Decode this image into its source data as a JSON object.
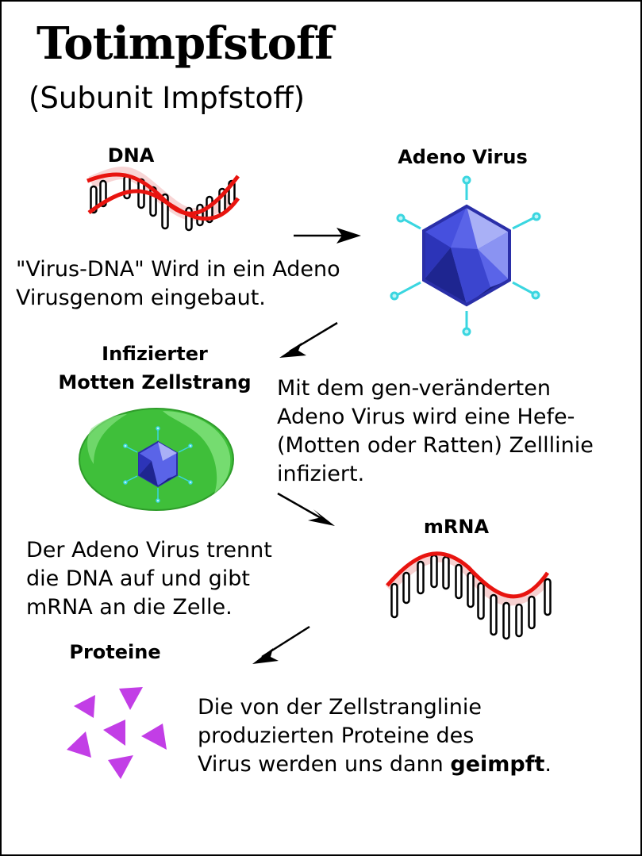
{
  "title": "Totimpfstoff",
  "subtitle": "(Subunit Impfstoff)",
  "labels": {
    "dna": "DNA",
    "adeno_virus": "Adeno Virus",
    "infected_line1": "Infizierter",
    "infected_line2": "Motten Zellstrang",
    "mrna": "mRNA",
    "proteine": "Proteine"
  },
  "steps": {
    "step1_line1": "\"Virus-DNA\" Wird in ein Adeno",
    "step1_line2": "Virusgenom eingebaut.",
    "step2_line1": "Mit dem gen-veränderten",
    "step2_line2": "Adeno Virus wird eine Hefe-",
    "step2_line3": "(Motten oder Ratten) Zelllinie",
    "step2_line4": "infiziert.",
    "step3_line1": "Der Adeno Virus trennt",
    "step3_line2": "die DNA auf und gibt",
    "step3_line3": "mRNA an die Zelle.",
    "step4_line1": "Die von der Zellstranglinie",
    "step4_line2": "produzierten Proteine des",
    "step4_line3_pre": "Virus werden uns dann ",
    "step4_line3_bold": "geimpft",
    "step4_line3_post": "."
  },
  "colors": {
    "strand_red": "#e8140f",
    "strand_pink": "#f2b3b3",
    "virus_blue": "#3a44d8",
    "virus_outline": "#2a2fa8",
    "spike_cyan": "#3ad6e0",
    "cell_green": "#3fbf3a",
    "cell_light": "#7fe07a",
    "protein_purple": "#c23ee6"
  },
  "icons": [
    "dna-icon",
    "adeno-virus-icon",
    "infected-cell-icon",
    "mrna-icon",
    "proteins-icon",
    "arrow-icon"
  ]
}
